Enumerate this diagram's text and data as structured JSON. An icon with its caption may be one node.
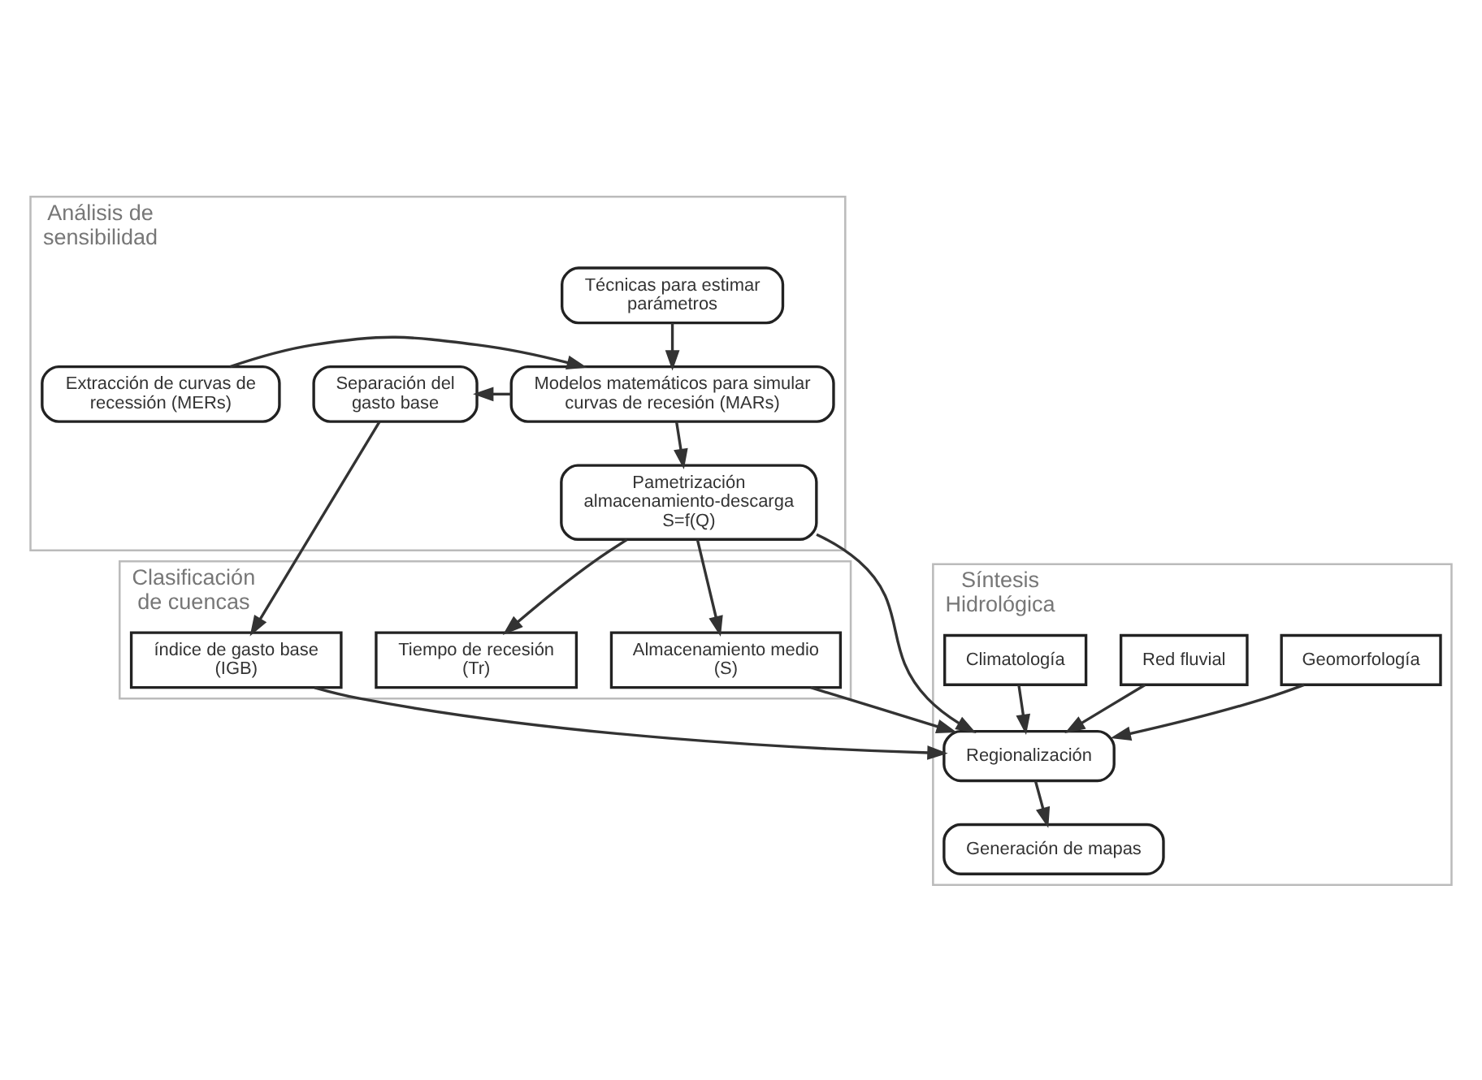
{
  "diagram": {
    "nodes": [
      {
        "text": [
          "Análisis de sensibilidad"
        ]
      },
      {
        "text": [
          "Técnicas para estimar parámetros"
        ],
        "in": 0
      },
      {
        "text": [
          "Extracción de curvas de recessión (MERs)"
        ],
        "in": 0
      },
      {
        "text": [
          "Modelos matemáticos para simular curvas de recesión (MARs)"
        ],
        "in": 0
      },
      {
        "text": [
          "Separación del gasto base"
        ],
        "in": 0
      },
      {
        "text": [
          "Pametrización almacenamiento-descarga S=f(Q)"
        ],
        "in": 0
      },
      {
        "text": [
          "Clasificación de cuencas"
        ]
      },
      {
        "text": [
          "Almacenamiento medio (S)"
        ],
        "in": 6
      },
      {
        "text": [
          "Tiempo de recesión (Tr)"
        ],
        "in": 6
      },
      {
        "text": [
          "índice de gasto base (IGB)"
        ],
        "in": 6
      },
      {
        "text": [
          "Síntesis Hidrológica"
        ]
      },
      {
        "text": [
          "Geomorfología"
        ],
        "in": 10
      },
      {
        "text": [
          "Red fluvial"
        ],
        "in": 10
      },
      {
        "text": [
          "Climatología"
        ],
        "in": 10
      },
      {
        "text": [
          "Regionalización"
        ],
        "in": 10
      },
      {
        "text": [
          "Generación de mapas"
        ],
        "in": 10
      }
    ],
    "edges": [
      {
        "from": 1,
        "to": 3,
        "arrow": "to"
      },
      {
        "from": 2,
        "to": 3,
        "arrow": "to"
      },
      {
        "from": 3,
        "to": 4,
        "arrow": "to"
      },
      {
        "from": 3,
        "to": 5,
        "arrow": "to"
      },
      {
        "from": 5,
        "to": 7,
        "arrow": "to"
      },
      {
        "from": 5,
        "to": 8,
        "arrow": "to"
      },
      {
        "from": 5,
        "to": 14,
        "arrow": "to"
      },
      {
        "from": 4,
        "to": 9,
        "arrow": "to"
      },
      {
        "from": 7,
        "to": 14,
        "arrow": "to"
      },
      {
        "from": 9,
        "to": 14,
        "arrow": "to"
      },
      {
        "from": 11,
        "to": 14,
        "arrow": "to"
      },
      {
        "from": 12,
        "to": 14,
        "arrow": "to"
      },
      {
        "from": 13,
        "to": 14,
        "arrow": "to"
      },
      {
        "from": 14,
        "to": 15,
        "arrow": "to"
      }
    ]
  }
}
